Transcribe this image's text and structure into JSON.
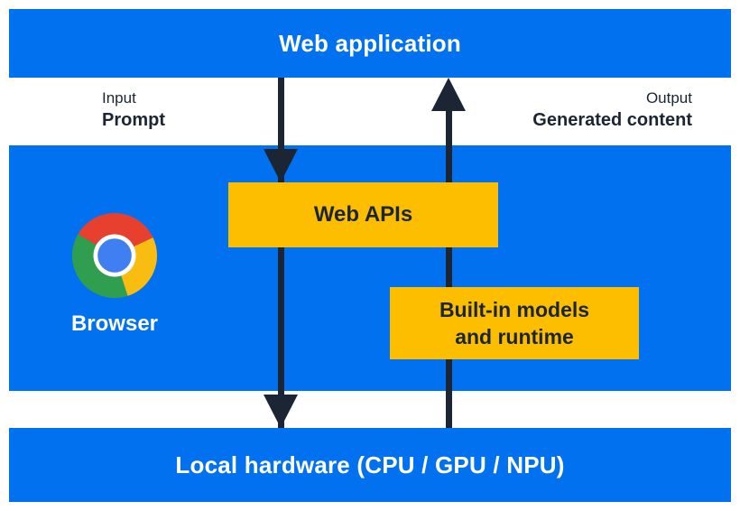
{
  "diagram": {
    "top_bar": {
      "label": "Web application"
    },
    "io_labels": {
      "input_title": "Input",
      "input_value": "Prompt",
      "output_title": "Output",
      "output_value": "Generated content"
    },
    "browser_panel": {
      "browser_label": "Browser",
      "web_apis_label": "Web APIs",
      "builtin_label_lines": [
        "Built-in models",
        "and runtime"
      ]
    },
    "bottom_bar": {
      "label": "Local hardware (CPU / GPU / NPU)"
    },
    "arrows": [
      {
        "name": "prompt-flow",
        "direction": "down"
      },
      {
        "name": "generated-content-flow",
        "direction": "up"
      }
    ],
    "colors": {
      "band_blue": "#0271F0",
      "box_yellow": "#FDBE00",
      "arrow_text_navy": "#1B2533",
      "band_text_white": "#FFFFFF",
      "chrome_red": "#E8402F",
      "chrome_green": "#2F9E4E",
      "chrome_yellow": "#F9BD12",
      "chrome_center_blue": "#3F7FF2"
    }
  }
}
